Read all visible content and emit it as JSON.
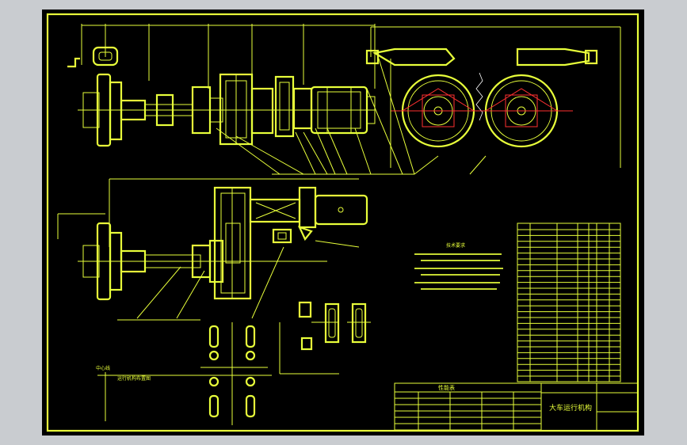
{
  "drawing": {
    "title": "大车运行机构",
    "table_title": "性能表",
    "tech_title": "技术要求",
    "note_left": "中心线",
    "note_mid": "运行机构布置图"
  },
  "colors": {
    "background": "#000000",
    "line": "#e8ff3a",
    "accent": "#ff3030",
    "frame_outside": "#c9ccd0"
  }
}
